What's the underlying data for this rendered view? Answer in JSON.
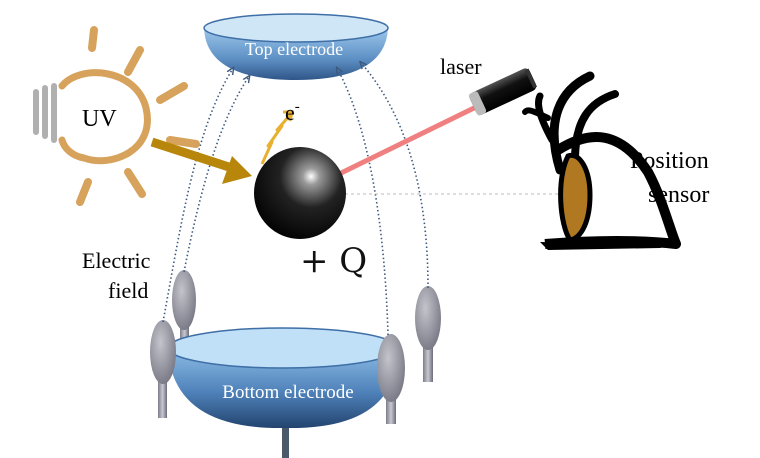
{
  "labels": {
    "top_electrode": "Top electrode",
    "bottom_electrode": "Bottom electrode",
    "uv": "UV",
    "electron": "e",
    "electron_charge": "-",
    "charge": "+ Q",
    "laser": "laser",
    "position_sensor_line1": "Position",
    "position_sensor_line2": "sensor",
    "electric_field_line1": "Electric",
    "electric_field_line2": "field"
  },
  "icons": {
    "uv_source": "light-bulb-icon",
    "laser_source": "laser-pointer-icon",
    "sensor": "eye-icon"
  },
  "colors": {
    "electrode_fill": "#6fa8dc",
    "electrode_top_face": "#cfe6f7",
    "uv_bulb": "#d6a25c",
    "uv_arrow": "#b8860b",
    "spark": "#e8b030",
    "laser_beam": "#f08080",
    "field_lines": "#3d5a80",
    "eye_iris": "#b07820",
    "support_posts": "#9a9aa8"
  }
}
